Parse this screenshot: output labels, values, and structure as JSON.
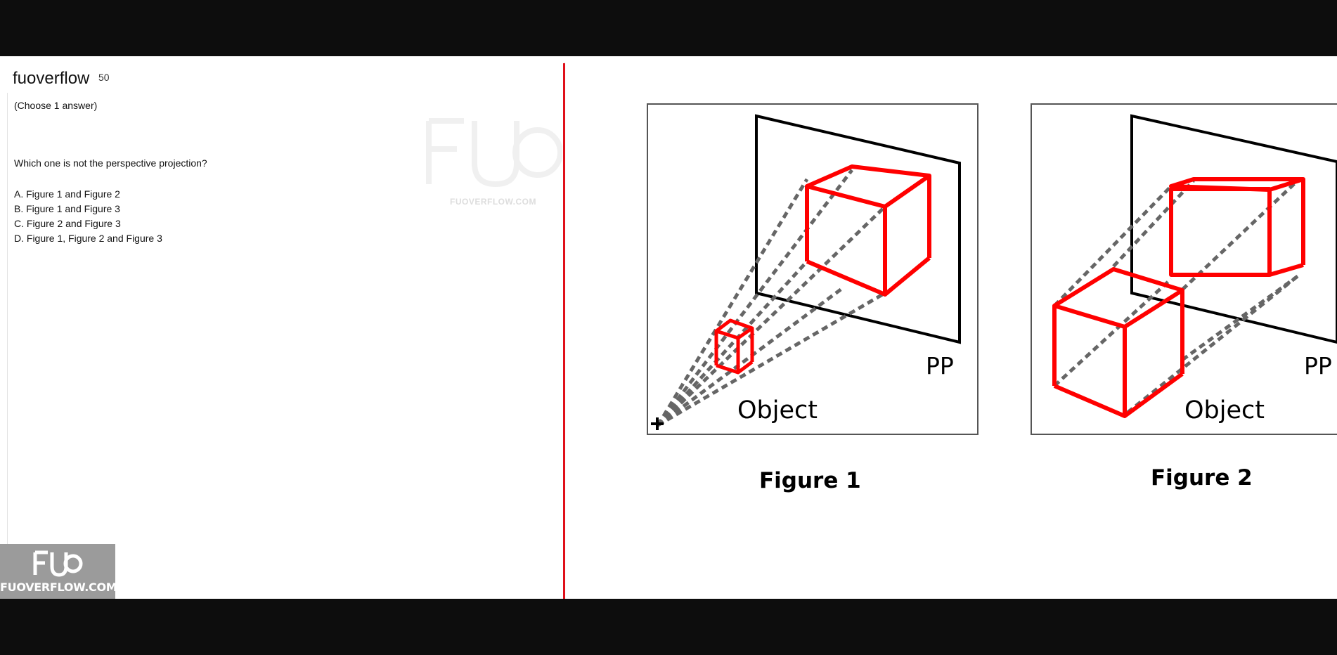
{
  "brand": {
    "title": "fuoverflow",
    "question_number": "50"
  },
  "question": {
    "instruction": "(Choose 1 answer)",
    "text": "Which one is not the perspective projection?",
    "options": [
      "A. Figure 1 and Figure 2",
      "B. Figure 1 and Figure 3",
      "C. Figure 2 and Figure 3",
      "D. Figure 1, Figure 2 and Figure 3"
    ]
  },
  "figures": [
    {
      "caption": "Figure 1",
      "pp_label": "PP",
      "object_label": "Object"
    },
    {
      "caption": "Figure 2",
      "pp_label": "PP",
      "object_label": "Object"
    }
  ],
  "watermark": {
    "logo": "FUO",
    "site": "FUOVERFLOW.COM"
  },
  "colors": {
    "accent": "#e0101a",
    "cube": "#ff0000",
    "projector": "#666666"
  }
}
